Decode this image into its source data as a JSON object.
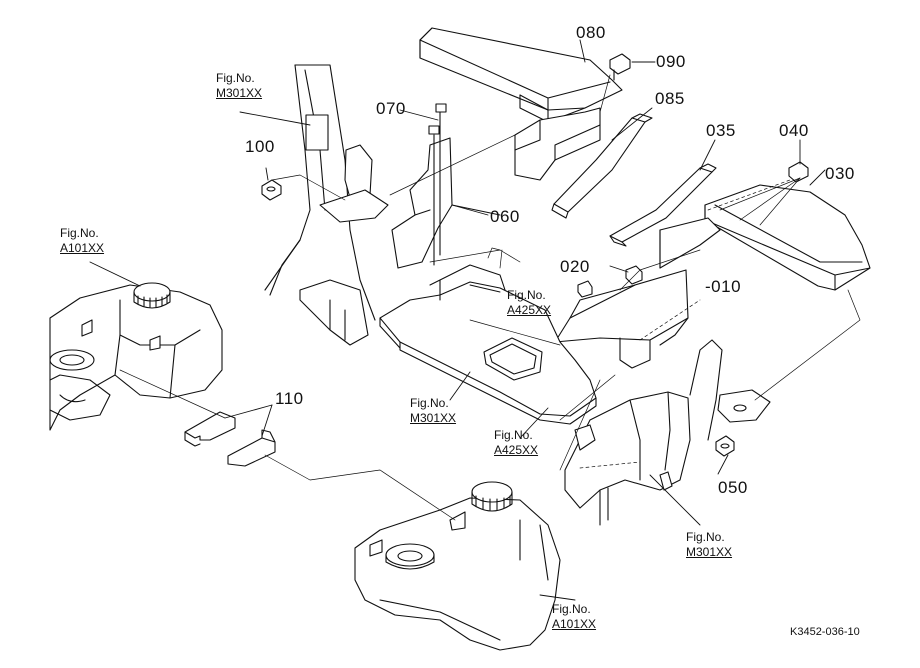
{
  "part_labels": {
    "p080": "080",
    "p090": "090",
    "p085": "085",
    "p035": "035",
    "p040": "040",
    "p030": "030",
    "p070": "070",
    "p100": "100",
    "p060": "060",
    "p020": "020",
    "p010": "-010",
    "p110": "110",
    "p050": "050"
  },
  "figure_refs": {
    "top_m301": {
      "label": "Fig.No.",
      "code": "M301XX"
    },
    "left_a101": {
      "label": "Fig.No.",
      "code": "A101XX"
    },
    "mid_a425": {
      "label": "Fig.No.",
      "code": "A425XX"
    },
    "center_m301": {
      "label": "Fig.No.",
      "code": "M301XX"
    },
    "lower_a425": {
      "label": "Fig.No.",
      "code": "A425XX"
    },
    "right_m301": {
      "label": "Fig.No.",
      "code": "M301XX"
    },
    "bottom_a101": {
      "label": "Fig.No.",
      "code": "A101XX"
    }
  },
  "drawing_code": "K3452-036-10"
}
